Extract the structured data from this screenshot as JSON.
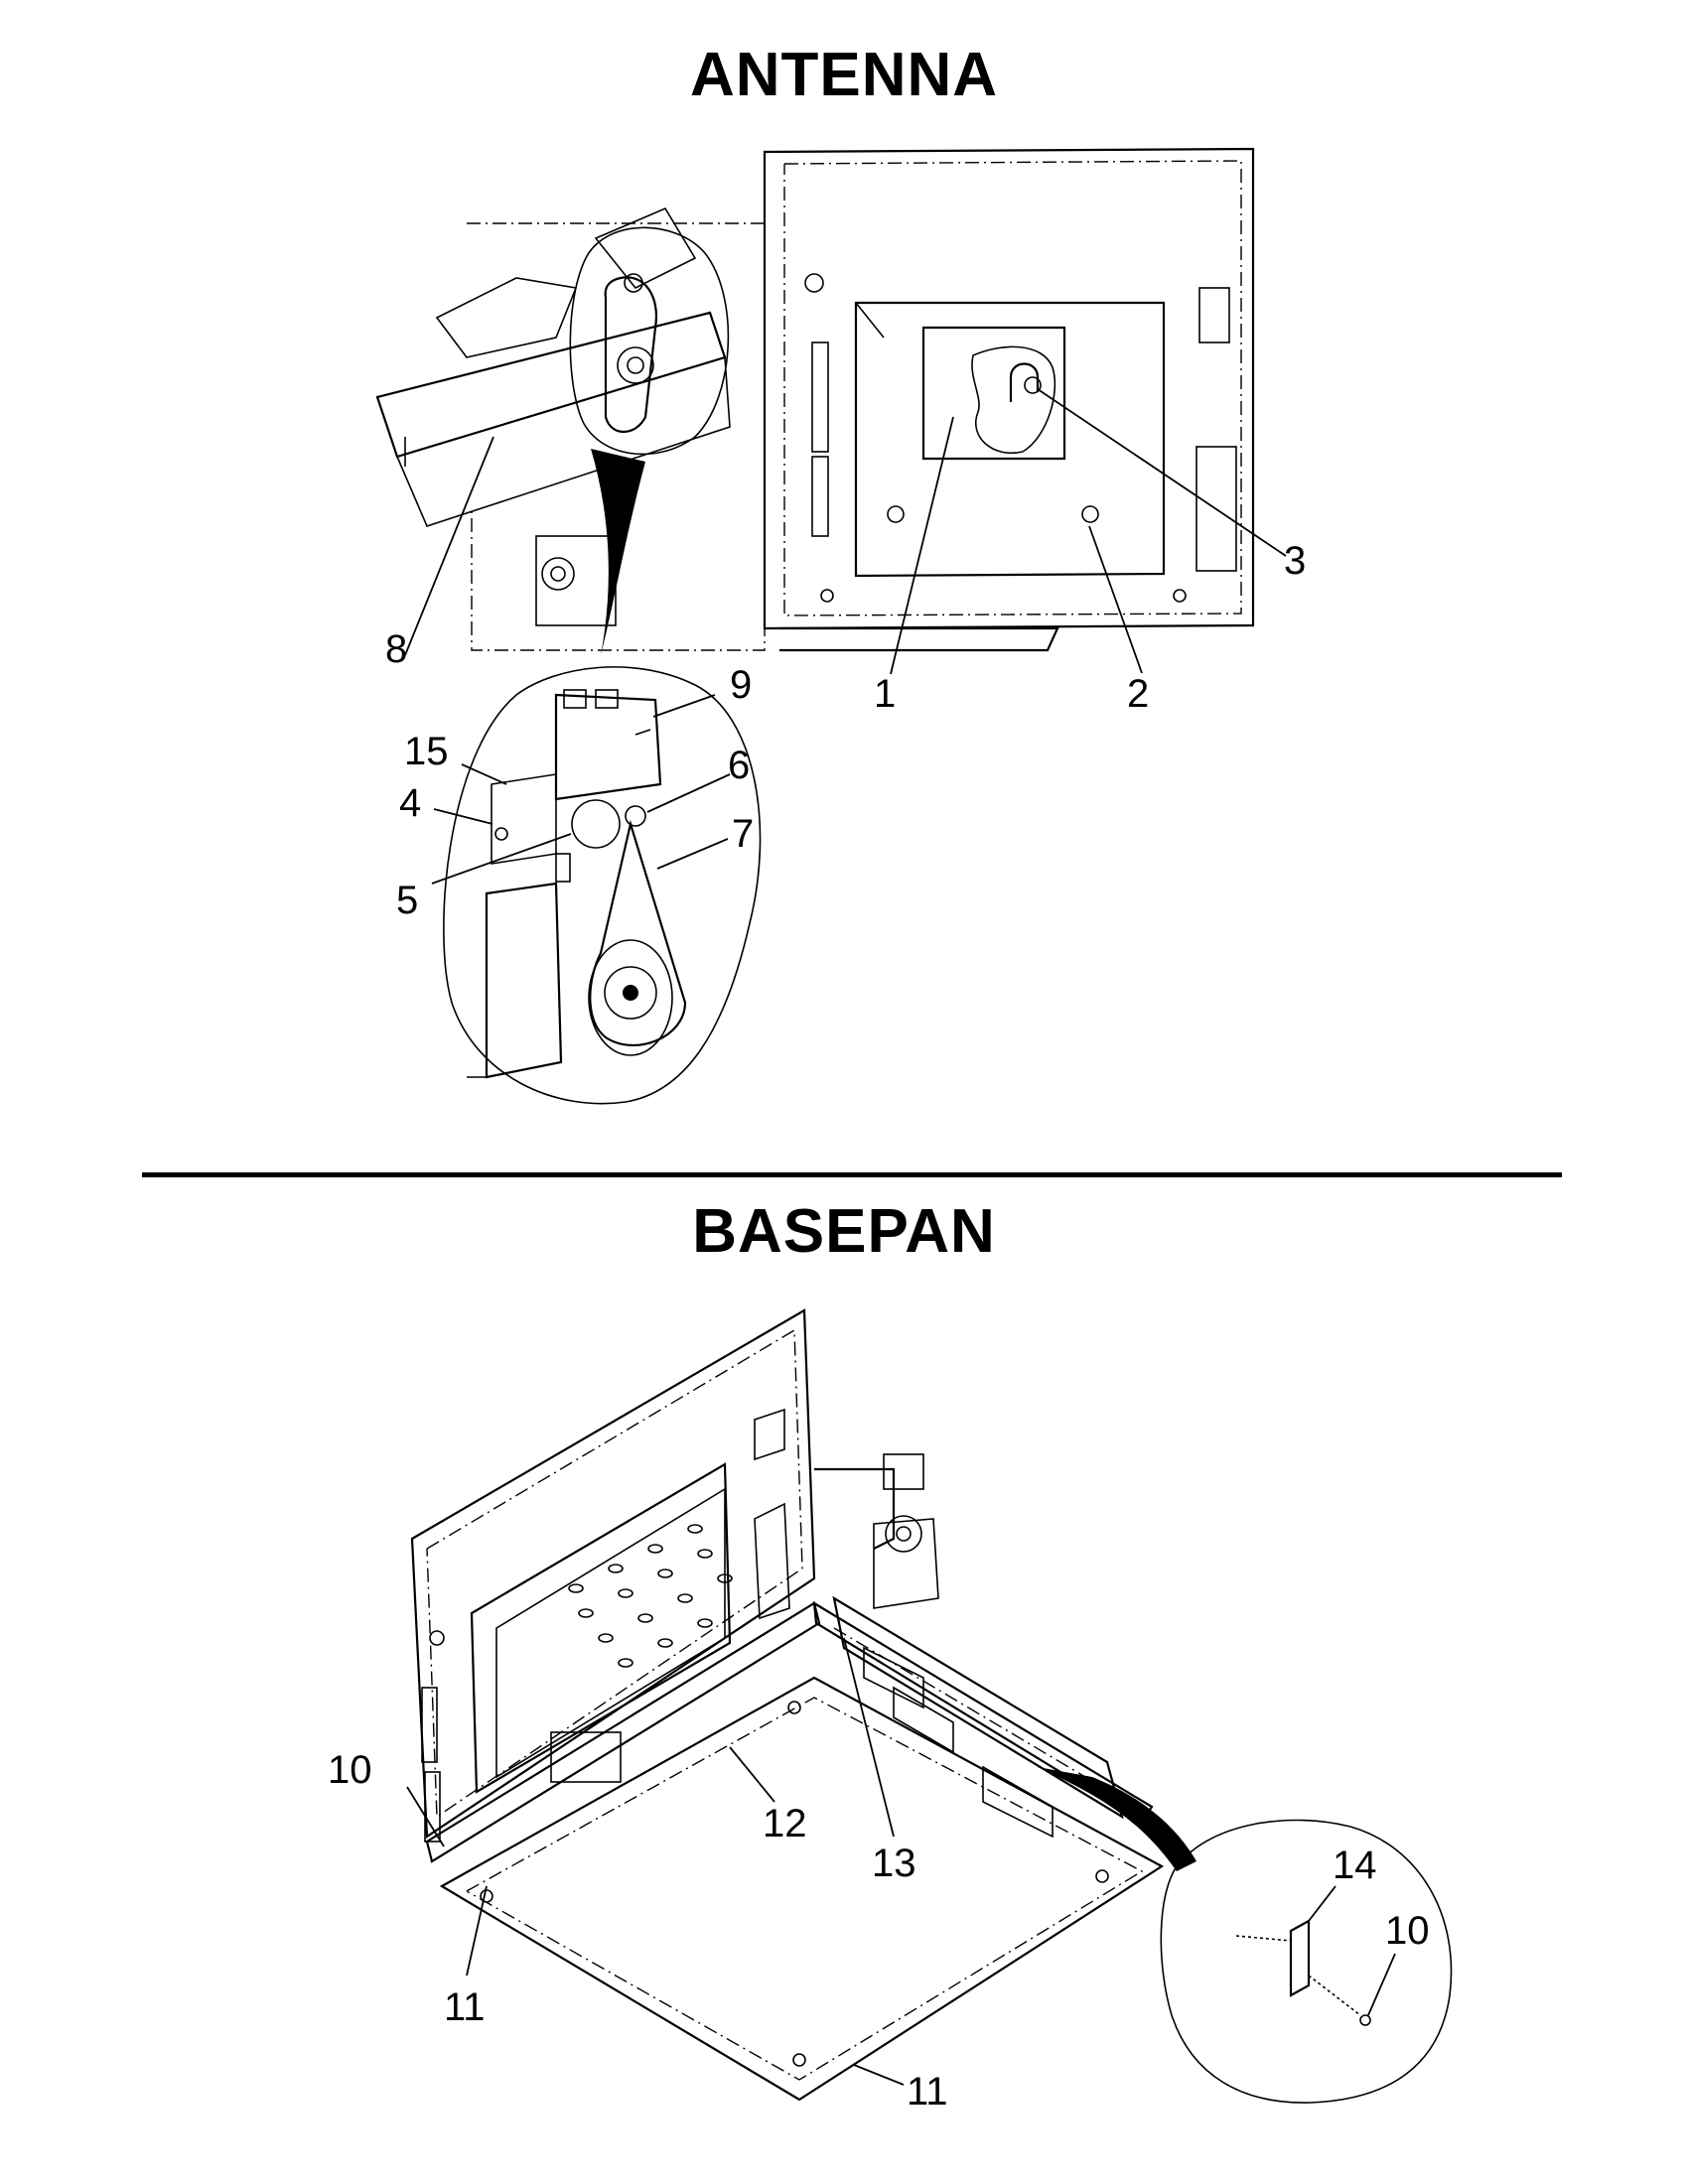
{
  "sections": {
    "antenna_title": "ANTENNA",
    "basepan_title": "BASEPAN"
  },
  "callouts": {
    "c1": "1",
    "c2": "2",
    "c3": "3",
    "c4": "4",
    "c5": "5",
    "c6": "6",
    "c7": "7",
    "c8": "8",
    "c9": "9",
    "c15": "15",
    "c10a": "10",
    "c10b": "10",
    "c11a": "11",
    "c11b": "11",
    "c12": "12",
    "c13": "13",
    "c14": "14"
  }
}
